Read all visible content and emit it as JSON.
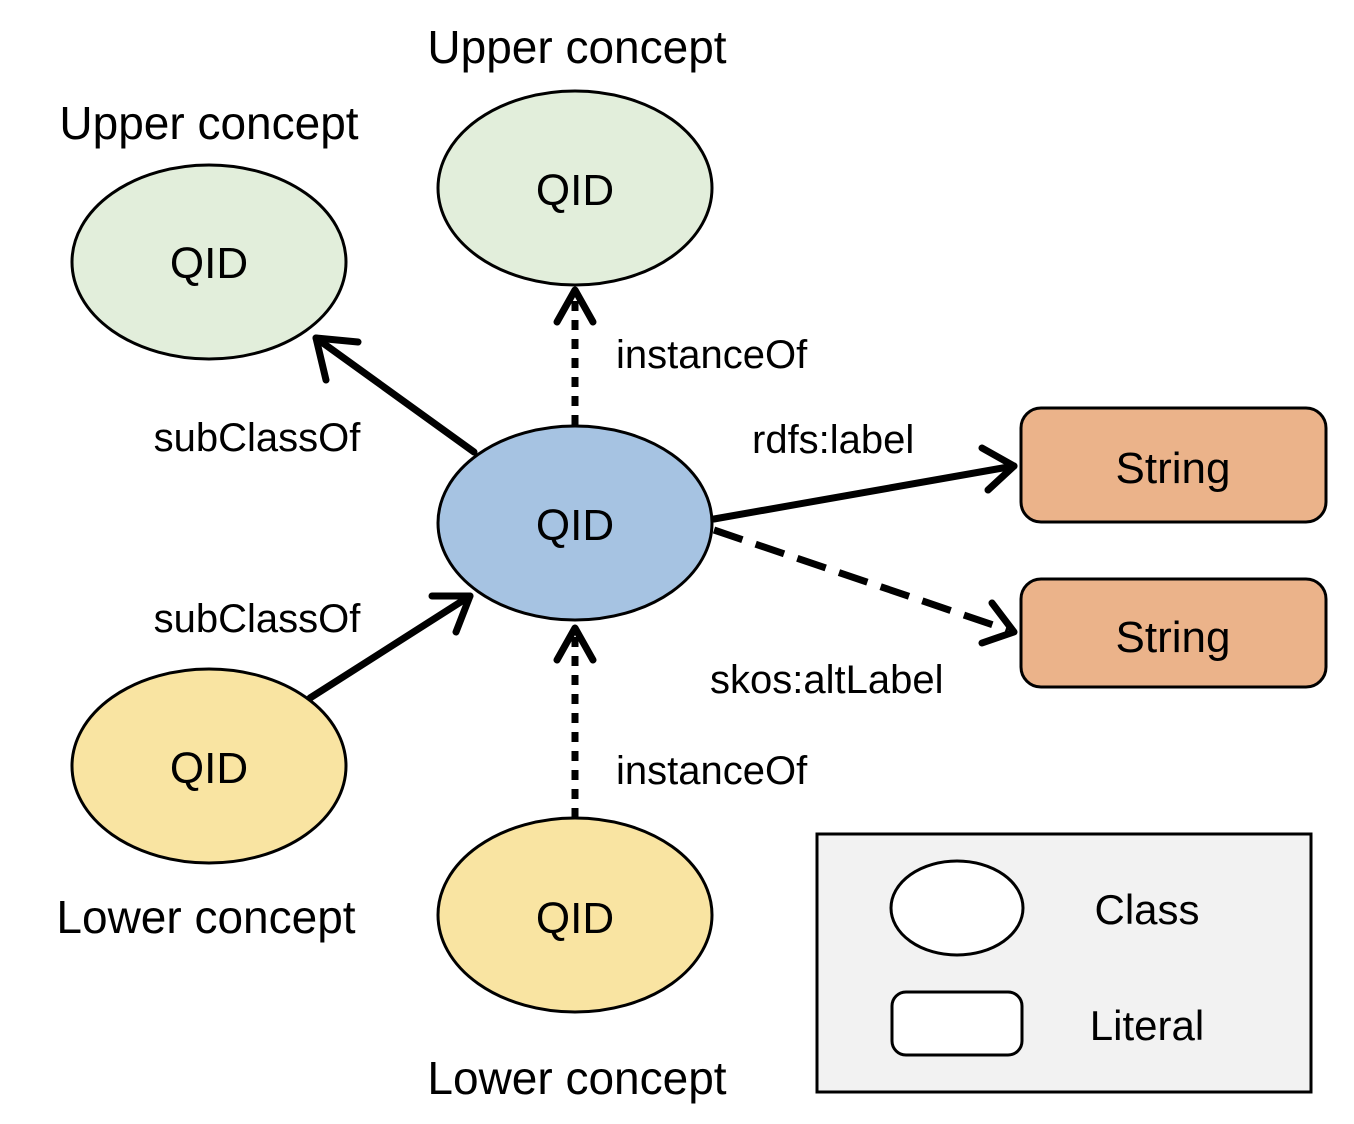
{
  "nodes": {
    "upper_left": {
      "label": "QID",
      "caption": "Upper concept",
      "fill": "#e2eedb"
    },
    "upper_top": {
      "label": "QID",
      "caption": "Upper concept",
      "fill": "#e2eedb"
    },
    "center": {
      "label": "QID",
      "fill": "#a6c3e2"
    },
    "lower_left": {
      "label": "QID",
      "caption": "Lower concept",
      "fill": "#f9e4a2"
    },
    "lower_bottom": {
      "label": "QID",
      "caption": "Lower concept",
      "fill": "#f9e4a2"
    },
    "string_label": {
      "label": "String",
      "fill": "#ebb38a"
    },
    "string_alt": {
      "label": "String",
      "fill": "#ebb38a"
    }
  },
  "edges": {
    "subclass_up": "subClassOf",
    "instance_up": "instanceOf",
    "rdfs_label": "rdfs:label",
    "skos_altlabel": "skos:altLabel",
    "subclass_low": "subClassOf",
    "instance_low": "instanceOf"
  },
  "legend": {
    "class_label": "Class",
    "literal_label": "Literal",
    "background": "#f2f2f2"
  }
}
